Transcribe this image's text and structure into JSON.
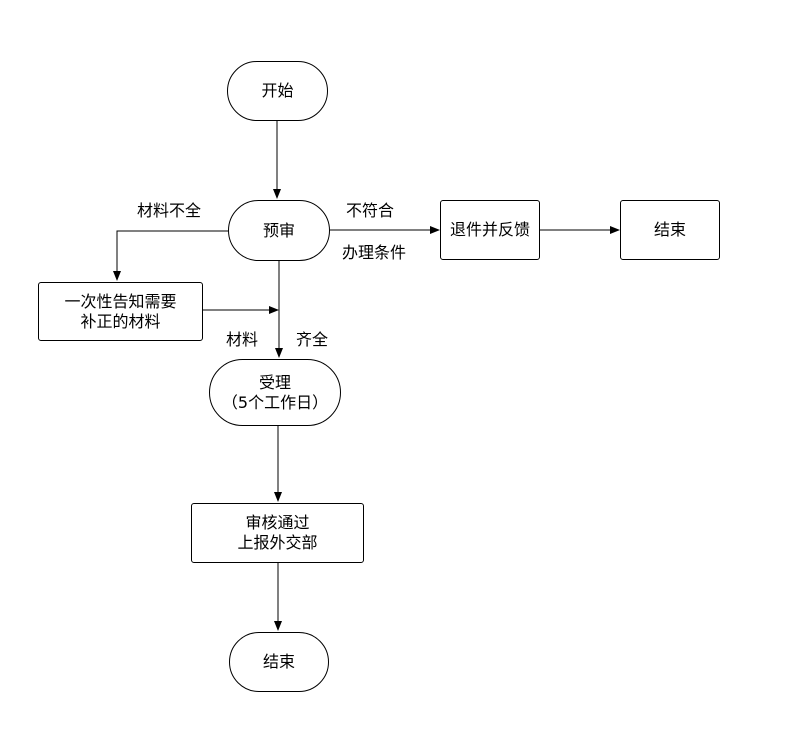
{
  "nodes": {
    "start": "开始",
    "precheck": "预审",
    "return_feedback": "退件并反馈",
    "end_right": "结束",
    "notify_line1": "一次性告知需要",
    "notify_line2": "补正的材料",
    "accept_line1": "受理",
    "accept_line2": "（5个工作日）",
    "review_line1": "审核通过",
    "review_line2": "上报外交部",
    "end_bottom": "结束"
  },
  "edge_labels": {
    "incomplete": "材料不全",
    "not_meet_line1": "不符合",
    "not_meet_line2": "办理条件",
    "complete_left": "材料",
    "complete_right": "齐全"
  },
  "colors": {
    "stroke": "#000000",
    "background": "#ffffff"
  }
}
